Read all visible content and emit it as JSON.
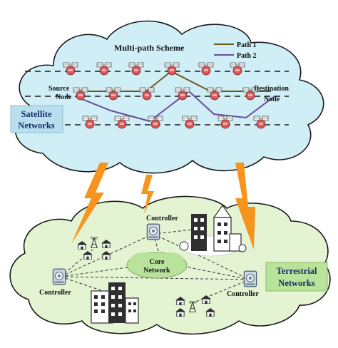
{
  "satellite": {
    "scheme_title": "Multi-path Scheme",
    "legend": [
      {
        "label": "Path 1",
        "color": "#6b5a1e"
      },
      {
        "label": "Path 2",
        "color": "#6a4c9c"
      }
    ],
    "source_label": [
      "Source",
      "Node"
    ],
    "destination_label": [
      "Destination",
      "Node"
    ],
    "network_label": [
      "Satellite",
      "Networks"
    ]
  },
  "terrestrial": {
    "controller_label": "Controller",
    "core_label": [
      "Core",
      "Network"
    ],
    "network_label": [
      "Terrestrial",
      "Networks"
    ]
  },
  "colors": {
    "sky_cloud": "#cfeef6",
    "ground_cloud": "#e4f3d2",
    "label_box": "#b9dfee",
    "core_cloud": "#b9e39a",
    "lightning": "#f7941d",
    "satellite_body": "#d95a5a"
  },
  "icons": [
    "satellite-icon",
    "controller-icon",
    "building-icon",
    "house-icon",
    "antenna-icon",
    "lightning-icon"
  ]
}
